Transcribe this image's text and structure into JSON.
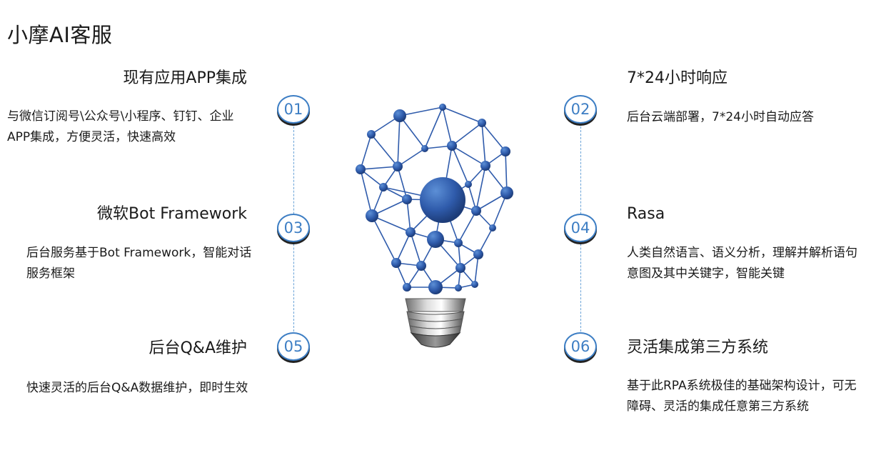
{
  "page": {
    "title": "小摩AI客服"
  },
  "features": [
    {
      "num": "01",
      "title": "现有应用APP集成",
      "desc": "与微信订阅号\\公众号\\小程序、钉钉、企业APP集成，方便灵活，快速高效"
    },
    {
      "num": "02",
      "title": "7*24小时响应",
      "desc": "后台云端部署，7*24小时自动应答"
    },
    {
      "num": "03",
      "title": "微软Bot Framework",
      "desc": "后台服务基于Bot Framework，智能对话服务框架"
    },
    {
      "num": "04",
      "title": "Rasa",
      "desc": "人类自然语言、语义分析，理解并解析语句意图及其中关键字，智能关键"
    },
    {
      "num": "05",
      "title": "后台Q&A维护",
      "desc": "快速灵活的后台Q&A数据维护，即时生效"
    },
    {
      "num": "06",
      "title": "灵活集成第三方系统",
      "desc": "基于此RPA系统极佳的基础架构设计，可无障碍、灵活的集成任意第三方系统"
    }
  ],
  "colors": {
    "accent": "#3d7ec4",
    "node": "#2f5bab",
    "line": "#6aa3d8"
  },
  "icons": {
    "center": "network-lightbulb-icon"
  }
}
